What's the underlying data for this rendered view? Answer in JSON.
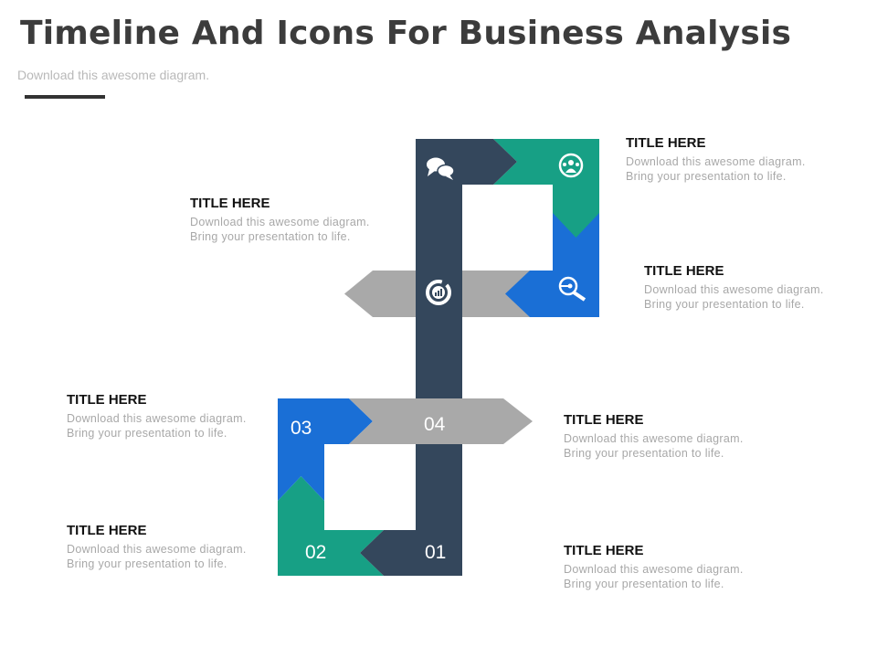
{
  "header": {
    "title": "Timeline And Icons For Business Analysis",
    "subtitle": "Download this awesome diagram."
  },
  "colors": {
    "navy": "#34475c",
    "teal": "#17a085",
    "blue": "#1a6fd6",
    "gray": "#a9a9a9"
  },
  "steps": [
    {
      "number": "01",
      "color": "navy"
    },
    {
      "number": "02",
      "color": "teal"
    },
    {
      "number": "03",
      "color": "blue"
    },
    {
      "number": "04",
      "color": "gray"
    }
  ],
  "icons": [
    "chat-bubbles-icon",
    "people-cycle-icon",
    "chart-circle-icon",
    "key-search-icon"
  ],
  "items": [
    {
      "title": "TITLE HERE",
      "line1": "Download  this awesome diagram.",
      "line2": "Bring your presentation  to life."
    },
    {
      "title": "TITLE HERE",
      "line1": "Download  this awesome diagram.",
      "line2": "Bring your presentation  to life."
    },
    {
      "title": "TITLE HERE",
      "line1": "Download  this awesome diagram.",
      "line2": "Bring your presentation  to life."
    },
    {
      "title": "TITLE HERE",
      "line1": "Download  this awesome diagram.",
      "line2": "Bring your presentation  to life."
    },
    {
      "title": "TITLE HERE",
      "line1": "Download  this awesome diagram.",
      "line2": "Bring your presentation  to life."
    },
    {
      "title": "TITLE HERE",
      "line1": "Download  this awesome diagram.",
      "line2": "Bring your presentation  to life."
    }
  ]
}
